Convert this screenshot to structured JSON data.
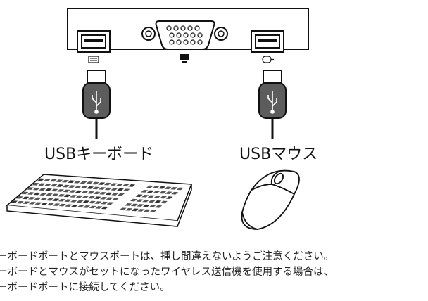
{
  "labels": {
    "keyboard": "USBキーボード",
    "mouse": "USBマウス"
  },
  "notes": [
    "ーボードポートとマウスポートは、挿し間違えないようご注意ください。",
    "ーボードとマウスがセットになったワイヤレス送信機を使用する場合は、",
    "ーボードポートに接続してください。"
  ],
  "icons": {
    "left_port": "keyboard-icon",
    "center_port": "monitor-icon",
    "right_port": "mouse-icon",
    "connectors": "usb-icon"
  },
  "colors": {
    "line": "#111111",
    "connector": "#5c5c5c",
    "device_body": "#ffffff"
  }
}
